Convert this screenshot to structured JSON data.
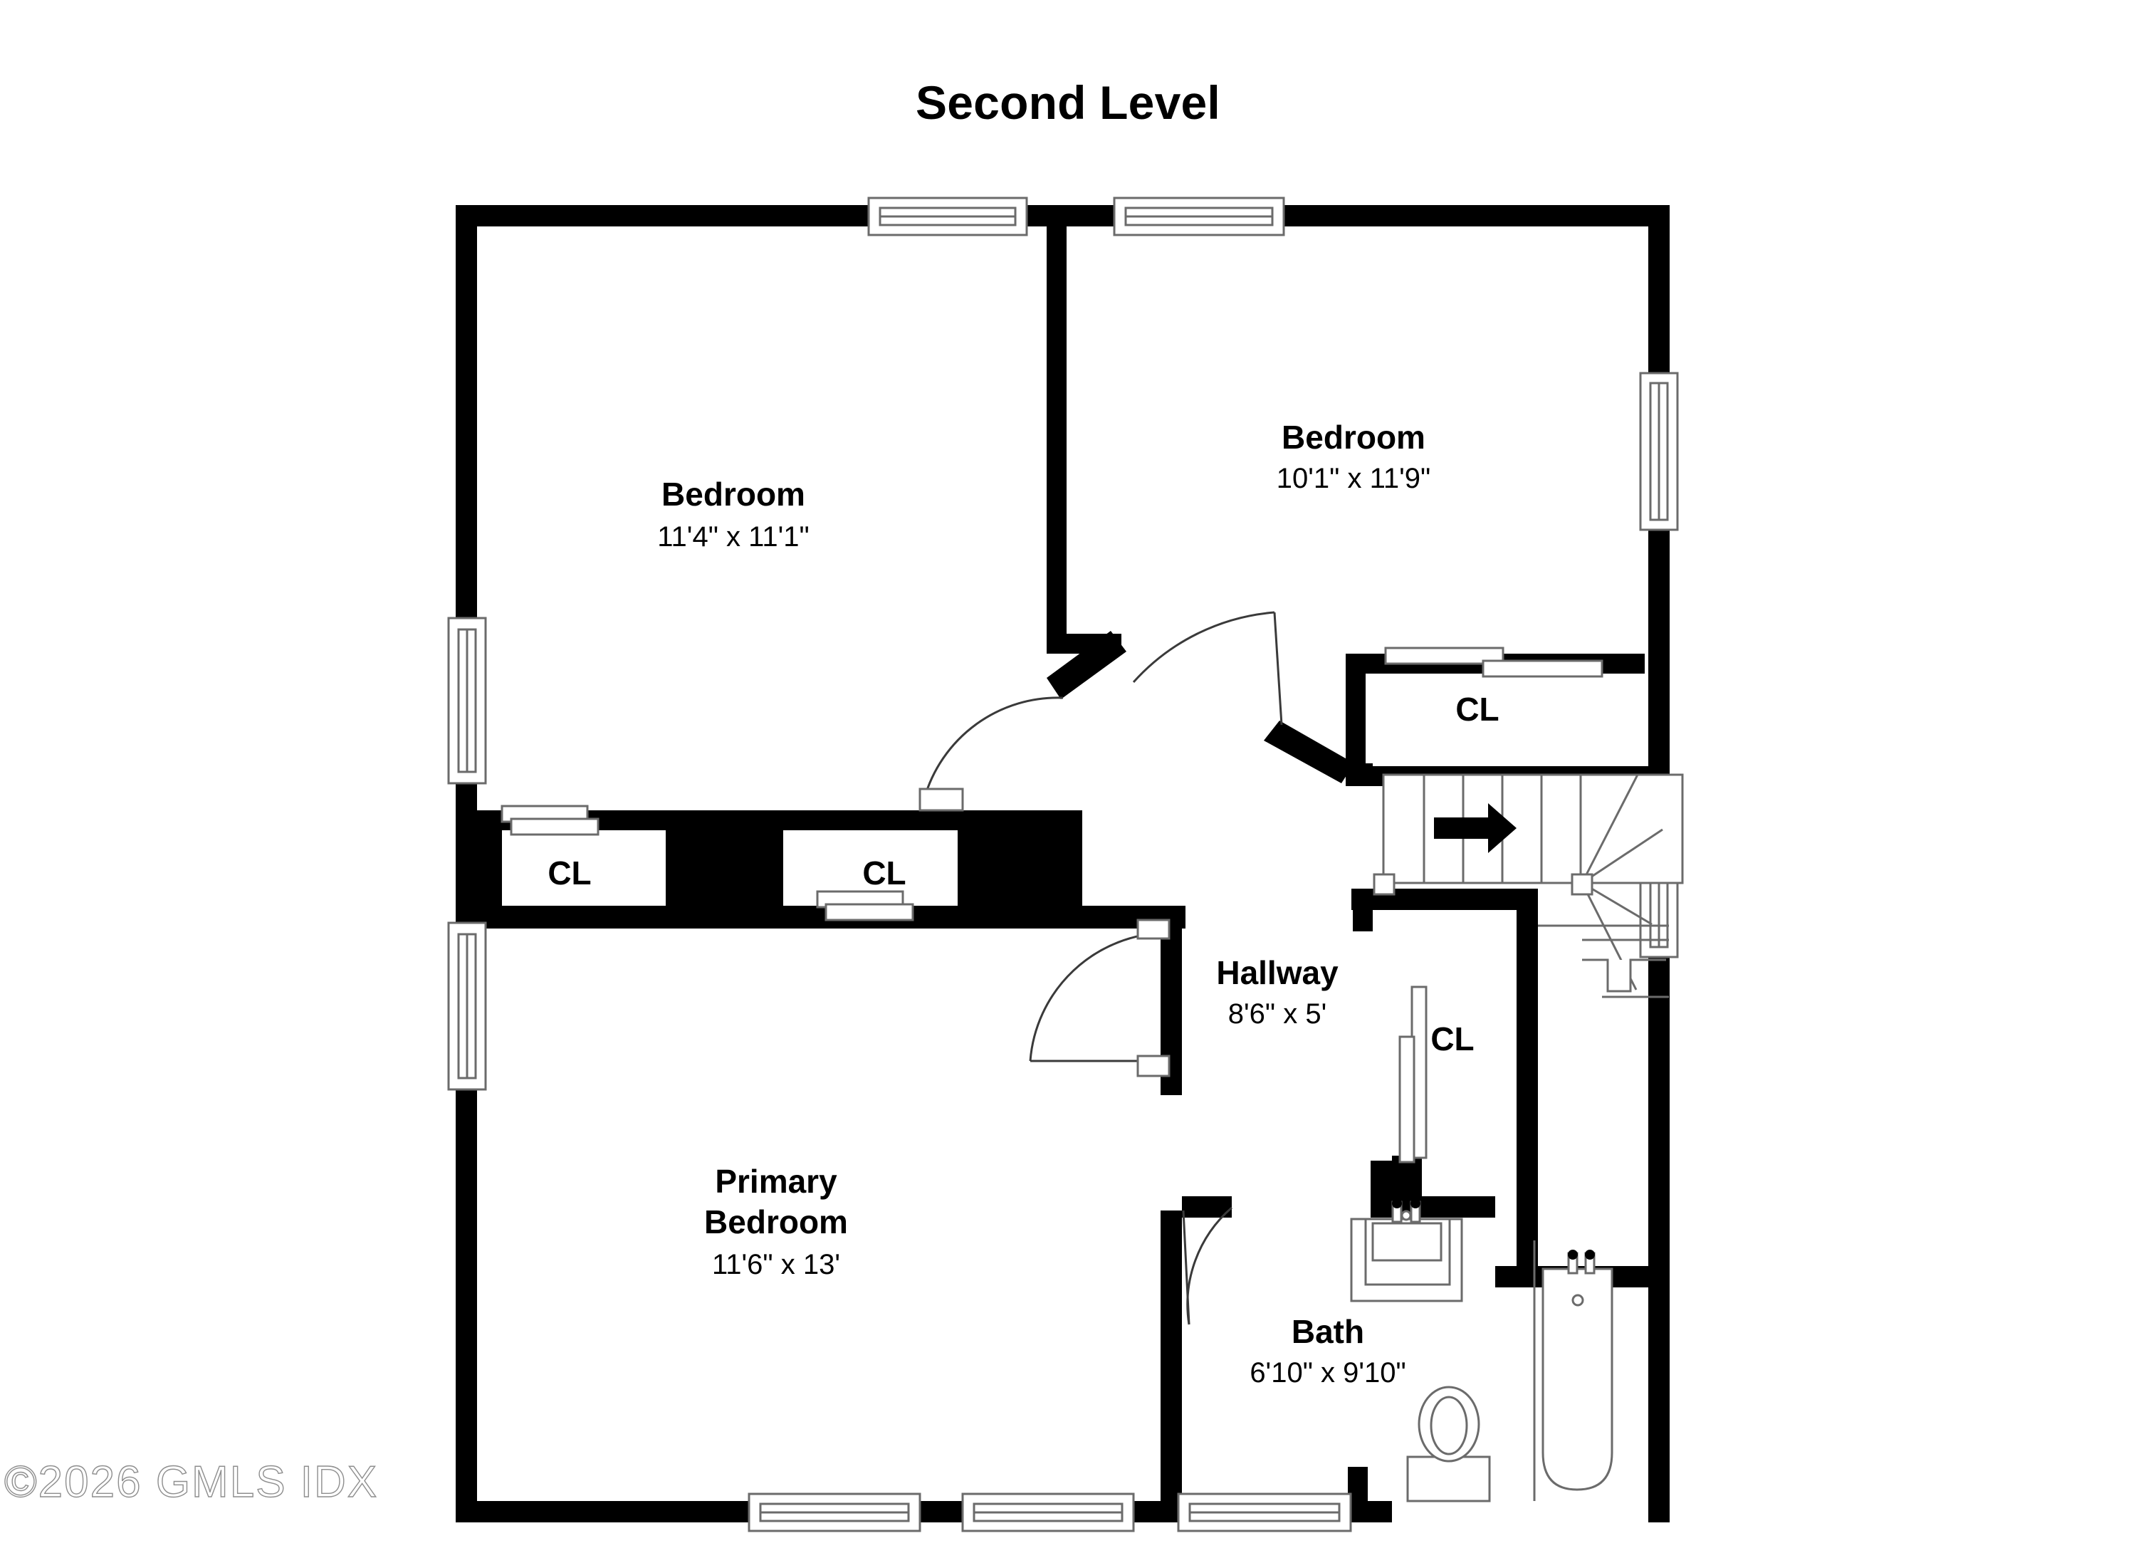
{
  "title": "Second Level",
  "watermark": "©2026 GMLS IDX",
  "rooms": [
    {
      "id": "bedroom-left",
      "name": "Bedroom",
      "dimensions": "11'4\" x 11'1\""
    },
    {
      "id": "bedroom-right",
      "name": "Bedroom",
      "dimensions": "10'1\" x 11'9\""
    },
    {
      "id": "primary-bedroom",
      "name": "Primary Bedroom",
      "dimensions": "11'6\" x 13'"
    },
    {
      "id": "hallway",
      "name": "Hallway",
      "dimensions": "8'6\" x 5'"
    },
    {
      "id": "bath",
      "name": "Bath",
      "dimensions": "6'10\" x 9'10\""
    }
  ],
  "closets": [
    {
      "id": "closet-bedroom-left-west",
      "label": "CL"
    },
    {
      "id": "closet-bedroom-left-east",
      "label": "CL"
    },
    {
      "id": "closet-bedroom-right",
      "label": "CL"
    },
    {
      "id": "closet-hallway",
      "label": "CL"
    }
  ],
  "fixtures": {
    "sink": "sink",
    "toilet": "toilet",
    "bathtub": "bathtub",
    "stairs": "stairs",
    "stair_direction": "up"
  },
  "colors": {
    "wall": "#000000",
    "background": "#ffffff",
    "line": "#6b6b6b",
    "text": "#000000",
    "watermark": "#8e8e8e"
  }
}
